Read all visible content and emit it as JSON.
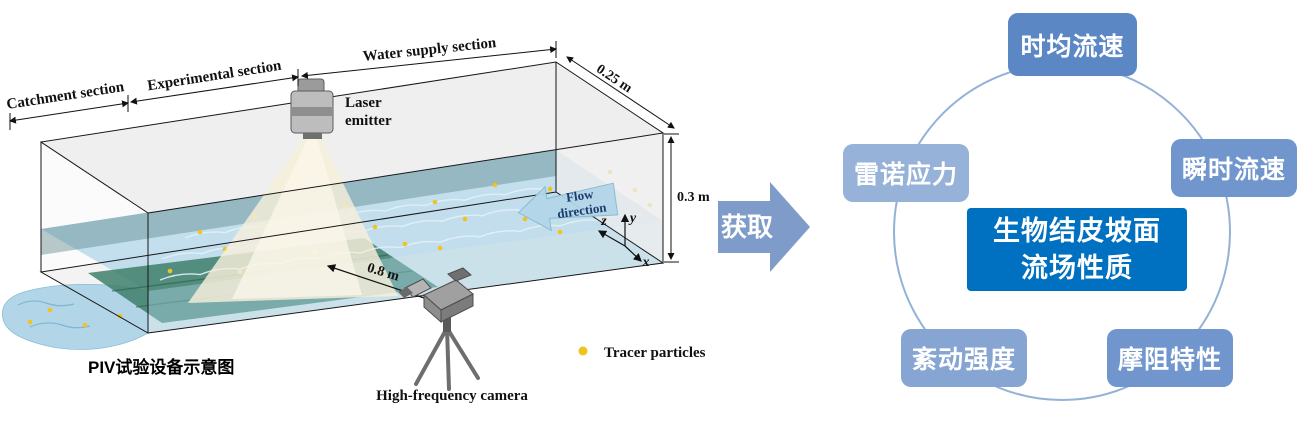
{
  "schematic": {
    "caption": "PIV试验设备示意图",
    "sections": {
      "catchment": "Catchment section",
      "experimental": "Experimental section",
      "water_supply": "Water supply section"
    },
    "dimensions": {
      "flume_width": "0.25 m",
      "flume_height": "0.3 m",
      "camera_distance": "0.8 m"
    },
    "labels": {
      "laser_line1": "Laser",
      "laser_line2": "emitter",
      "flow_line1": "Flow",
      "flow_line2": "direction",
      "camera": "High-frequency camera",
      "tracer_legend": "Tracer particles",
      "axis_x": "x",
      "axis_y": "y",
      "axis_z": "z"
    },
    "colors": {
      "water": "#bcdcec",
      "biocrust": "#3f7f6a",
      "tracer_dot": "#f0c41f"
    }
  },
  "transfer_arrow": {
    "label": "获取",
    "color": "#7e9bc9"
  },
  "mindmap": {
    "center": {
      "line1": "生物结皮坡面",
      "line2": "流场性质",
      "color": "#0070c0"
    },
    "nodes": [
      {
        "position": "top",
        "label": "时均流速",
        "color": "#5b87c5"
      },
      {
        "position": "upper-right",
        "label": "瞬时流速",
        "color": "#7096cd"
      },
      {
        "position": "lower-right",
        "label": "摩阻特性",
        "color": "#7096cd"
      },
      {
        "position": "lower-left",
        "label": "紊动强度",
        "color": "#86a5d3"
      },
      {
        "position": "upper-left",
        "label": "雷诺应力",
        "color": "#97b2d9"
      }
    ]
  }
}
